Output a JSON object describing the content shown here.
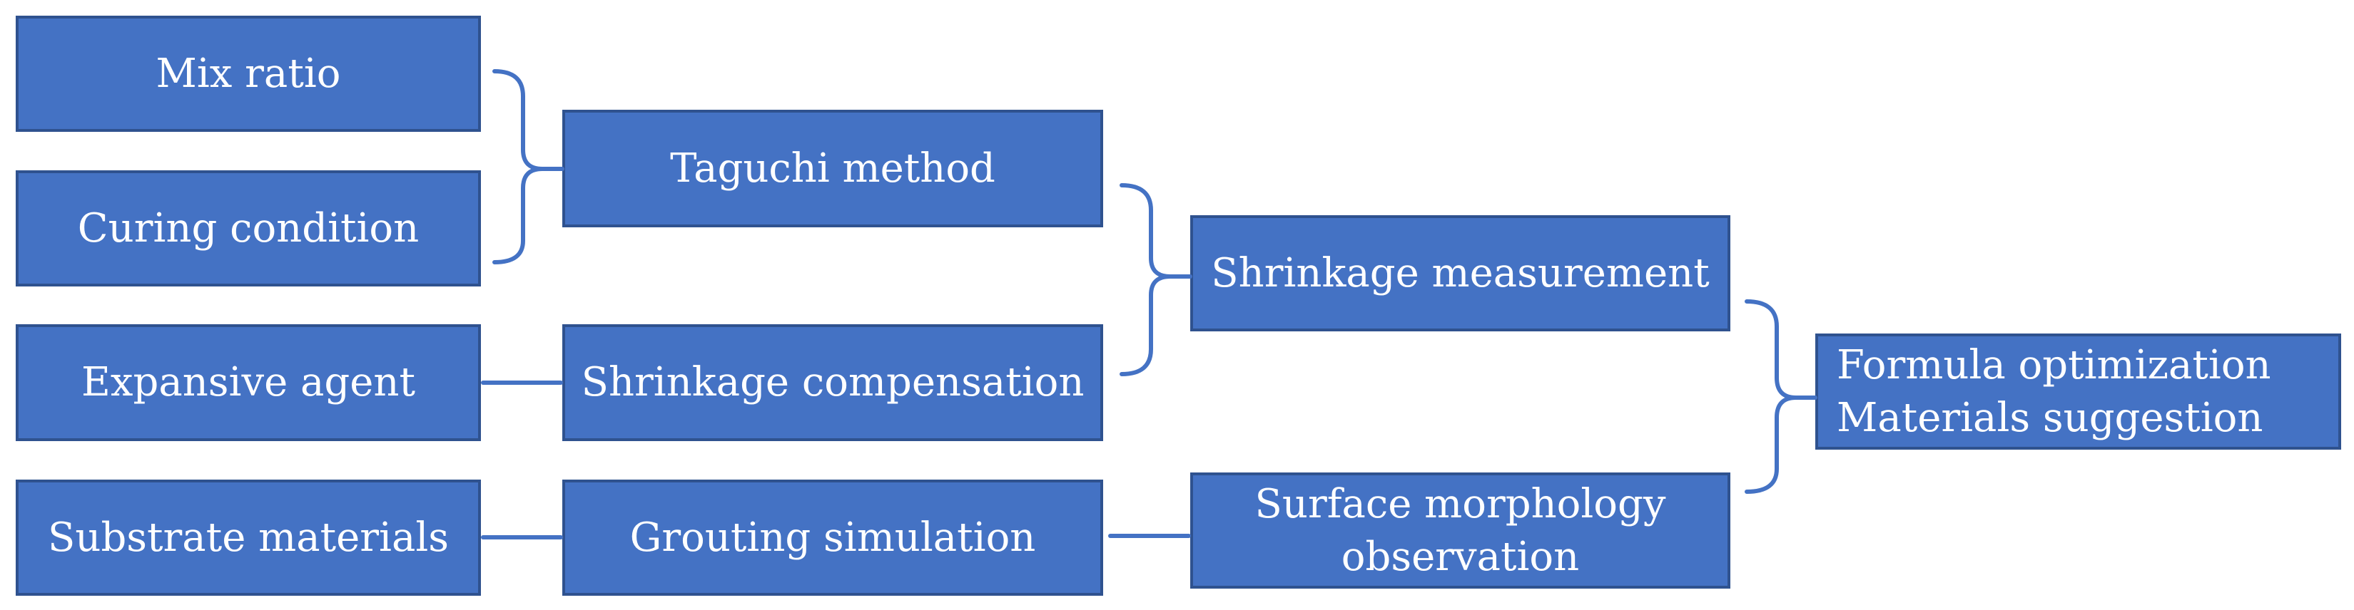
{
  "diagram": {
    "nodes": {
      "mix_ratio": "Mix ratio",
      "curing_condition": "Curing condition",
      "expansive_agent": "Expansive agent",
      "substrate_materials": "Substrate materials",
      "taguchi_method": "Taguchi method",
      "shrinkage_compensation": "Shrinkage compensation",
      "grouting_simulation": "Grouting simulation",
      "shrinkage_measurement": "Shrinkage measurement",
      "surface_morphology_line1": "Surface morphology",
      "surface_morphology_line2": "observation",
      "outcome_line1": "Formula optimization",
      "outcome_line2": "Materials suggestion"
    },
    "colors": {
      "box_fill": "#4472c4",
      "box_border": "#2f528f",
      "connector": "#4472c4",
      "text": "#ffffff"
    }
  }
}
